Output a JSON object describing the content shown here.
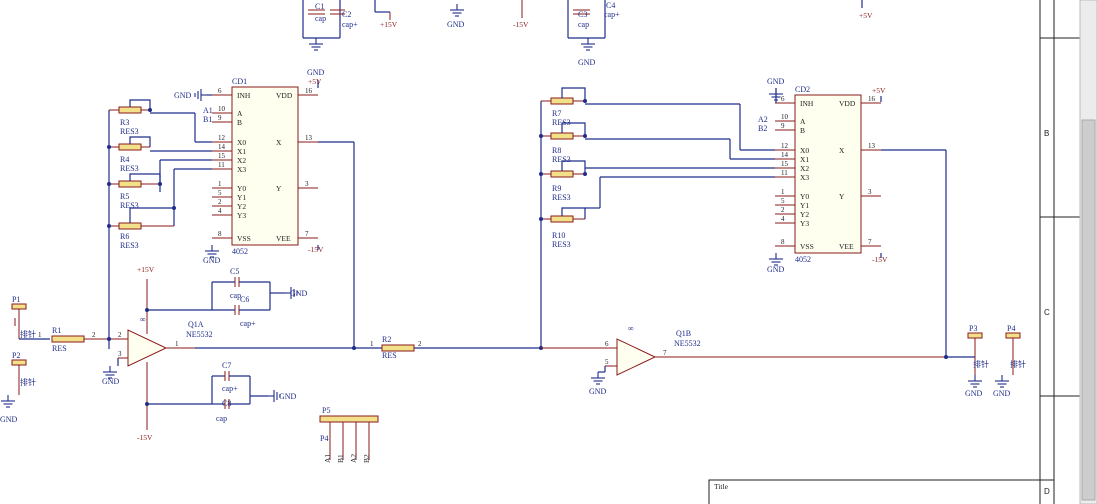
{
  "title_block": {
    "title_label": "Title"
  },
  "zones": [
    "B",
    "C",
    "D"
  ],
  "ics": [
    {
      "ref": "CD1",
      "part": "4052",
      "pins_left": [
        "INH",
        "A",
        "B",
        "X0",
        "X1",
        "X2",
        "X3",
        "Y0",
        "Y1",
        "Y2",
        "Y3",
        "VSS"
      ],
      "pins_right": [
        "VDD",
        "X",
        "Y",
        "VEE"
      ],
      "pin_numbers_left": [
        "6",
        "10",
        "9",
        "12",
        "14",
        "15",
        "11",
        "1",
        "5",
        "2",
        "4",
        "8"
      ],
      "pin_numbers_right": [
        "16",
        "13",
        "3",
        "7"
      ]
    },
    {
      "ref": "CD2",
      "part": "4052",
      "pins_left": [
        "INH",
        "A",
        "B",
        "X0",
        "X1",
        "X2",
        "X3",
        "Y0",
        "Y1",
        "Y2",
        "Y3",
        "VSS"
      ],
      "pins_right": [
        "VDD",
        "X",
        "Y",
        "VEE"
      ],
      "pin_numbers_left": [
        "6",
        "10",
        "9",
        "12",
        "14",
        "15",
        "11",
        "1",
        "5",
        "2",
        "4",
        "8"
      ],
      "pin_numbers_right": [
        "16",
        "13",
        "3",
        "7"
      ]
    }
  ],
  "select_nets": {
    "a1": "A1",
    "b1": "B1",
    "a2": "A2",
    "b2": "B2"
  },
  "opamps": [
    {
      "ref": "Q1A",
      "part": "NE5532",
      "pin_in1": "2",
      "pin_in2": "3",
      "pin_out": "1",
      "sym": "∞"
    },
    {
      "ref": "Q1B",
      "part": "NE5532",
      "pin_in1": "6",
      "pin_in2": "5",
      "pin_out": "7",
      "sym": "∞"
    }
  ],
  "resistors": [
    {
      "ref": "R1",
      "value": "RES"
    },
    {
      "ref": "R2",
      "value": "RES"
    },
    {
      "ref": "R3",
      "value": "RES3"
    },
    {
      "ref": "R4",
      "value": "RES3"
    },
    {
      "ref": "R5",
      "value": "RES3"
    },
    {
      "ref": "R6",
      "value": "RES3"
    },
    {
      "ref": "R7",
      "value": "RES3"
    },
    {
      "ref": "R8",
      "value": "RES3"
    },
    {
      "ref": "R9",
      "value": "RES3"
    },
    {
      "ref": "R10",
      "value": "RES3"
    }
  ],
  "capacitors": [
    {
      "ref": "C1",
      "value": "cap"
    },
    {
      "ref": "C2",
      "value": "cap+"
    },
    {
      "ref": "C3",
      "value": "cap"
    },
    {
      "ref": "C4",
      "value": "cap+"
    },
    {
      "ref": "C5",
      "value": "cap"
    },
    {
      "ref": "C6",
      "value": "cap+"
    },
    {
      "ref": "C7",
      "value": "cap+"
    },
    {
      "ref": "C8",
      "value": "cap"
    }
  ],
  "connectors": [
    {
      "ref": "P1",
      "value": "排针"
    },
    {
      "ref": "P2",
      "value": "排针"
    },
    {
      "ref": "P3",
      "value": "排针"
    },
    {
      "ref": "P4",
      "value": "排针"
    },
    {
      "ref": "P5",
      "value": "P4",
      "signals": [
        "A1",
        "B1",
        "A2",
        "B2"
      ]
    }
  ],
  "power": {
    "gnd": "GND",
    "p5": "+5V",
    "p15": "+15V",
    "n15": "-15V"
  }
}
